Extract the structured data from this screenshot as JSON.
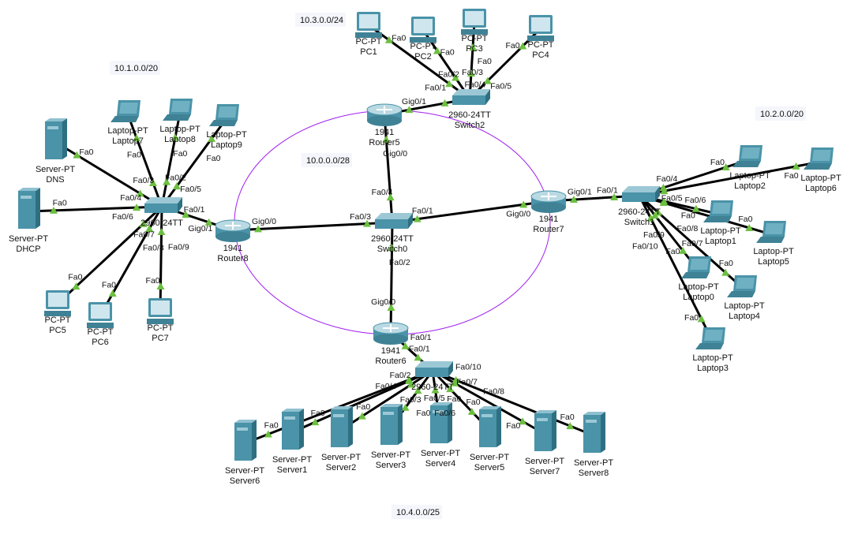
{
  "colors": {
    "link": "#000000",
    "port_marker": "#6cbf3f",
    "ring": "#a020f0",
    "device": "#4a93a8",
    "device_light": "#cfe6ee",
    "net_bg": "#f4f6fb"
  },
  "networks": [
    {
      "id": "n3",
      "label": "10.3.0.0/24"
    },
    {
      "id": "n1",
      "label": "10.1.0.0/20"
    },
    {
      "id": "n0",
      "label": "10.0.0.0/28"
    },
    {
      "id": "n2",
      "label": "10.2.0.0/20"
    },
    {
      "id": "n4",
      "label": "10.4.0.0/25"
    }
  ],
  "nodes": [
    {
      "id": "SL",
      "type": "switch",
      "model": "2960-24TT",
      "name": ""
    },
    {
      "id": "Router8",
      "type": "router",
      "model": "1941",
      "name": "Router8"
    },
    {
      "id": "DNS",
      "type": "server",
      "model": "Server-PT",
      "name": "DNS"
    },
    {
      "id": "DHCP",
      "type": "server",
      "model": "Server-PT",
      "name": "DHCP"
    },
    {
      "id": "Laptop7",
      "type": "laptop",
      "model": "Laptop-PT",
      "name": "Laptop7"
    },
    {
      "id": "Laptop8",
      "type": "laptop",
      "model": "Laptop-PT",
      "name": "Laptop8"
    },
    {
      "id": "Laptop9",
      "type": "laptop",
      "model": "Laptop-PT",
      "name": "Laptop9"
    },
    {
      "id": "PC5",
      "type": "pc",
      "model": "PC-PT",
      "name": "PC5"
    },
    {
      "id": "PC6",
      "type": "pc",
      "model": "PC-PT",
      "name": "PC6"
    },
    {
      "id": "PC7",
      "type": "pc",
      "model": "PC-PT",
      "name": "PC7"
    },
    {
      "id": "Router5",
      "type": "router",
      "model": "1941",
      "name": "Router5"
    },
    {
      "id": "Switch2",
      "type": "switch",
      "model": "2960-24TT",
      "name": "Switch2"
    },
    {
      "id": "PC1",
      "type": "pc",
      "model": "PC-PT",
      "name": "PC1"
    },
    {
      "id": "PC2",
      "type": "pc",
      "model": "PC-PT",
      "name": "PC2"
    },
    {
      "id": "PC3",
      "type": "pc",
      "model": "PC-PT",
      "name": "PC3"
    },
    {
      "id": "PC4",
      "type": "pc",
      "model": "PC-PT",
      "name": "PC4"
    },
    {
      "id": "Switch0",
      "type": "switch",
      "model": "2960-24TT",
      "name": "Switch0"
    },
    {
      "id": "Router7",
      "type": "router",
      "model": "1941",
      "name": "Router7"
    },
    {
      "id": "Switch1",
      "type": "switch",
      "model": "2960-24TT",
      "name": "Switch1"
    },
    {
      "id": "Laptop2",
      "type": "laptop",
      "model": "Laptop-PT",
      "name": "Laptop2"
    },
    {
      "id": "Laptop6",
      "type": "laptop",
      "model": "Laptop-PT",
      "name": "Laptop6"
    },
    {
      "id": "Laptop1",
      "type": "laptop",
      "model": "Laptop-PT",
      "name": "Laptop1"
    },
    {
      "id": "Laptop5",
      "type": "laptop",
      "model": "Laptop-PT",
      "name": "Laptop5"
    },
    {
      "id": "Laptop0",
      "type": "laptop",
      "model": "Laptop-PT",
      "name": "Laptop0"
    },
    {
      "id": "Laptop4",
      "type": "laptop",
      "model": "Laptop-PT",
      "name": "Laptop4"
    },
    {
      "id": "Laptop3",
      "type": "laptop",
      "model": "Laptop-PT",
      "name": "Laptop3"
    },
    {
      "id": "Router6",
      "type": "router",
      "model": "1941",
      "name": "Router6"
    },
    {
      "id": "SB",
      "type": "switch",
      "model": "2960-24TT",
      "name": ""
    },
    {
      "id": "Server6",
      "type": "server",
      "model": "Server-PT",
      "name": "Server6"
    },
    {
      "id": "Server1",
      "type": "server",
      "model": "Server-PT",
      "name": "Server1"
    },
    {
      "id": "Server2",
      "type": "server",
      "model": "Server-PT",
      "name": "Server2"
    },
    {
      "id": "Server3",
      "type": "server",
      "model": "Server-PT",
      "name": "Server3"
    },
    {
      "id": "Server4",
      "type": "server",
      "model": "Server-PT",
      "name": "Server4"
    },
    {
      "id": "Server5",
      "type": "server",
      "model": "Server-PT",
      "name": "Server5"
    },
    {
      "id": "Server7",
      "type": "server",
      "model": "Server-PT",
      "name": "Server7"
    },
    {
      "id": "Server8",
      "type": "server",
      "model": "Server-PT",
      "name": "Server8"
    }
  ],
  "links": [
    {
      "a": "DNS",
      "b": "SL",
      "pa": "Fa0",
      "pb": "Fa0/4"
    },
    {
      "a": "DHCP",
      "b": "SL",
      "pa": "Fa0",
      "pb": "Fa0/6"
    },
    {
      "a": "Laptop7",
      "b": "SL",
      "pa": "Fa0",
      "pb": "Fa0/3"
    },
    {
      "a": "Laptop8",
      "b": "SL",
      "pa": "Fa0",
      "pb": "Fa0/2"
    },
    {
      "a": "Laptop9",
      "b": "SL",
      "pa": "Fa0",
      "pb": "Fa0/5"
    },
    {
      "a": "Router8",
      "b": "SL",
      "pa": "Gig0/1",
      "pb": "Fa0/1"
    },
    {
      "a": "PC5",
      "b": "SL",
      "pa": "Fa0",
      "pb": "Fa0/7"
    },
    {
      "a": "PC6",
      "b": "SL",
      "pa": "Fa0",
      "pb": "Fa0/8"
    },
    {
      "a": "PC7",
      "b": "SL",
      "pa": "Fa0",
      "pb": "Fa0/9"
    },
    {
      "a": "Router8",
      "b": "Switch0",
      "pa": "Gig0/0",
      "pb": "Fa0/3"
    },
    {
      "a": "Router5",
      "b": "Switch0",
      "pa": "Gig0/0",
      "pb": "Fa0/4"
    },
    {
      "a": "Router7",
      "b": "Switch0",
      "pa": "Gig0/0",
      "pb": "Fa0/1"
    },
    {
      "a": "Router6",
      "b": "Switch0",
      "pa": "Gig0/0",
      "pb": "Fa0/2"
    },
    {
      "a": "Router5",
      "b": "Switch2",
      "pa": "Gig0/1",
      "pb": "Fa0/1"
    },
    {
      "a": "PC1",
      "b": "Switch2",
      "pa": "Fa0",
      "pb": "Fa0/2"
    },
    {
      "a": "PC2",
      "b": "Switch2",
      "pa": "Fa0",
      "pb": "Fa0/3"
    },
    {
      "a": "PC3",
      "b": "Switch2",
      "pa": "Fa0",
      "pb": "Fa0/4"
    },
    {
      "a": "PC4",
      "b": "Switch2",
      "pa": "Fa0",
      "pb": "Fa0/5"
    },
    {
      "a": "Router7",
      "b": "Switch1",
      "pa": "Gig0/1",
      "pb": "Fa0/1"
    },
    {
      "a": "Laptop2",
      "b": "Switch1",
      "pa": "Fa0",
      "pb": "Fa0/4"
    },
    {
      "a": "Laptop6",
      "b": "Switch1",
      "pa": "Fa0",
      "pb": "Fa0/5"
    },
    {
      "a": "Laptop1",
      "b": "Switch1",
      "pa": "Fa0",
      "pb": "Fa0/6"
    },
    {
      "a": "Laptop5",
      "b": "Switch1",
      "pa": "Fa0",
      "pb": "Fa0/8"
    },
    {
      "a": "Laptop0",
      "b": "Switch1",
      "pa": "Fa0",
      "pb": "Fa0/9"
    },
    {
      "a": "Laptop4",
      "b": "Switch1",
      "pa": "Fa0",
      "pb": "Fa0/7"
    },
    {
      "a": "Laptop3",
      "b": "Switch1",
      "pa": "Fa0",
      "pb": "Fa0/10"
    },
    {
      "a": "Router6",
      "b": "SB",
      "pa": "Fa0/1",
      "pb": "Fa0/1"
    },
    {
      "a": "Server6",
      "b": "SB",
      "pa": "Fa0",
      "pb": "Fa0/2"
    },
    {
      "a": "Server1",
      "b": "SB",
      "pa": "Fa0",
      "pb": "Fa0/3"
    },
    {
      "a": "Server2",
      "b": "SB",
      "pa": "Fa0",
      "pb": "Fa0/4"
    },
    {
      "a": "Server3",
      "b": "SB",
      "pa": "Fa0",
      "pb": "Fa0/5"
    },
    {
      "a": "Server4",
      "b": "SB",
      "pa": "Fa0",
      "pb": "Fa0/6"
    },
    {
      "a": "Server5",
      "b": "SB",
      "pa": "Fa0",
      "pb": "Fa0/7"
    },
    {
      "a": "Server7",
      "b": "SB",
      "pa": "Fa0",
      "pb": "Fa0/8"
    },
    {
      "a": "Server8",
      "b": "SB",
      "pa": "Fa0",
      "pb": "Fa0/10"
    }
  ]
}
